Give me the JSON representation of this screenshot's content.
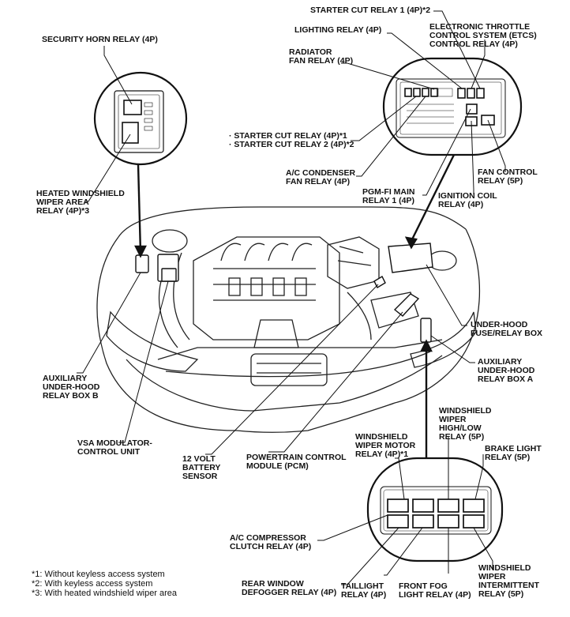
{
  "labels": {
    "security_horn": "SECURITY HORN RELAY (4P)",
    "starter_cut_1": "STARTER CUT RELAY 1 (4P)*2",
    "lighting": "LIGHTING RELAY (4P)",
    "etcs": "ELECTRONIC THROTTLE\nCONTROL SYSTEM (ETCS)\nCONTROL RELAY (4P)",
    "radiator_fan": "RADIATOR\nFAN RELAY (4P)",
    "starter_cut_list": "· STARTER CUT RELAY (4P)*1\n· STARTER CUT RELAY 2 (4P)*2",
    "ac_condenser": "A/C CONDENSER\nFAN RELAY (4P)",
    "fan_control": "FAN CONTROL\nRELAY (5P)",
    "pgm_fi": "PGM-FI MAIN\nRELAY 1 (4P)",
    "ignition_coil": "IGNITION COIL\nRELAY (4P)",
    "heated_windshield": "HEATED WINDSHIELD\nWIPER AREA\nRELAY (4P)*3",
    "under_hood_box": "UNDER-HOOD\nFUSE/RELAY BOX",
    "aux_box_a": "AUXILIARY\nUNDER-HOOD\nRELAY BOX A",
    "aux_box_b": "AUXILIARY\nUNDER-HOOD\nRELAY BOX B",
    "wiper_high_low": "WINDSHIELD\nWIPER\nHIGH/LOW\nRELAY (5P)",
    "vsa": "VSA MODULATOR-\nCONTROL UNIT",
    "wiper_motor": "WINDSHIELD\nWIPER MOTOR\nRELAY (4P)*1",
    "brake_light": "BRAKE LIGHT\nRELAY (5P)",
    "battery_sensor": "12 VOLT\nBATTERY\nSENSOR",
    "pcm": "POWERTRAIN CONTROL\nMODULE (PCM)",
    "ac_compressor": "A/C COMPRESSOR\nCLUTCH RELAY (4P)",
    "rear_defogger": "REAR WINDOW\nDEFOGGER RELAY (4P)",
    "taillight": "TAILLIGHT\nRELAY (4P)",
    "front_fog": "FRONT FOG\nLIGHT RELAY (4P)",
    "wiper_intermittent": "WINDSHIELD\nWIPER\nINTERMITTENT\nRELAY (5P)"
  },
  "footnotes": [
    "*1: Without keyless access system",
    "*2: With keyless access system",
    "*3: With heated windshield wiper area"
  ]
}
